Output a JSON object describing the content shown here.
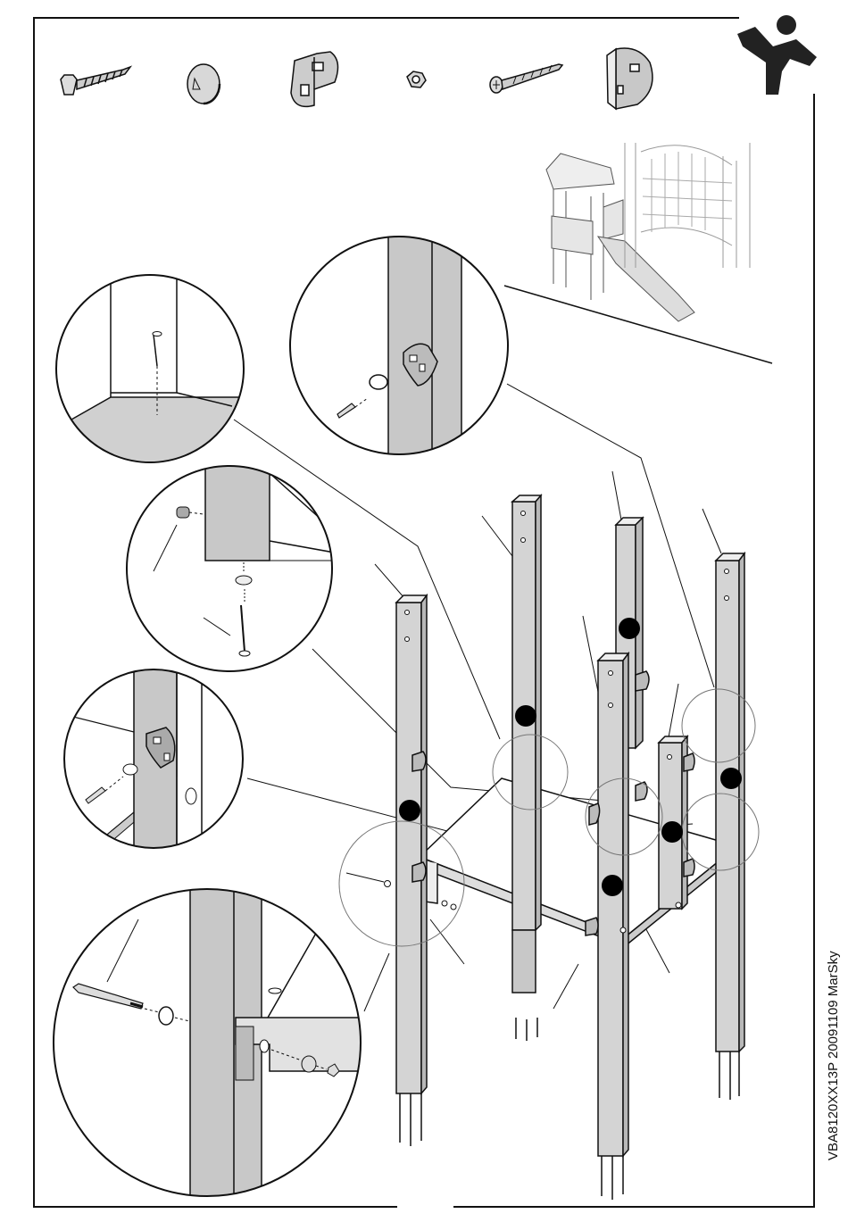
{
  "document": {
    "code_label": "VBA8120XX13P 20091109 MarSky"
  },
  "parts": [
    {
      "name": "hex-head-lag-screw"
    },
    {
      "name": "dome-cap-nut"
    },
    {
      "name": "corner-bracket"
    },
    {
      "name": "hex-nut"
    },
    {
      "name": "countersunk-wood-screw"
    },
    {
      "name": "angle-bracket-plate"
    }
  ],
  "illustration": {
    "colors": {
      "line": "#111111",
      "post_fill": "#c8c8c8",
      "floor_fill": "#d2d2d2",
      "marker": "#000000"
    }
  }
}
